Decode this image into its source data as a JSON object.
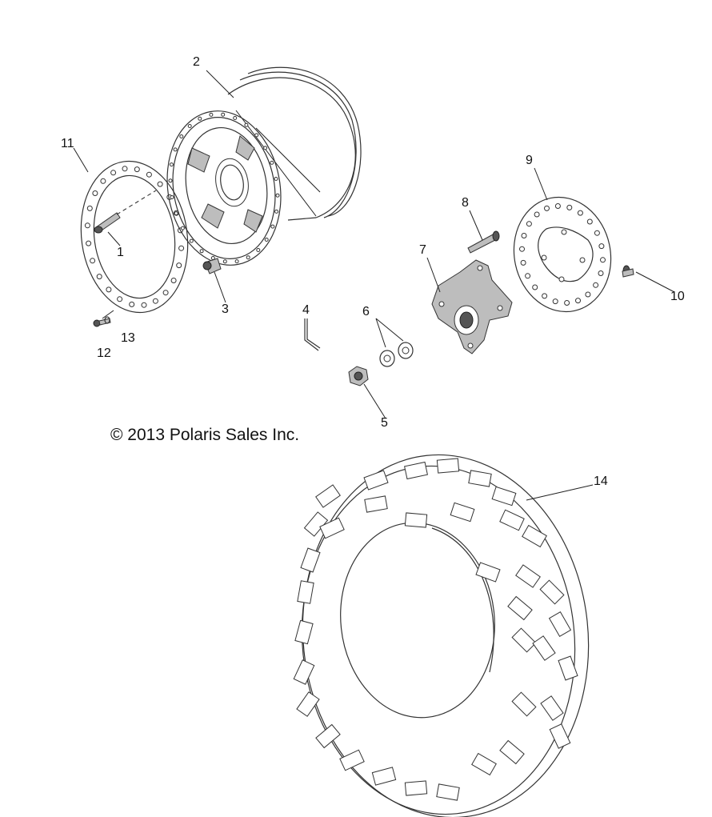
{
  "copyright": "© 2013 Polaris Sales Inc.",
  "callouts": [
    "1",
    "2",
    "3",
    "4",
    "5",
    "6",
    "7",
    "8",
    "9",
    "10",
    "11",
    "12",
    "13",
    "14"
  ]
}
